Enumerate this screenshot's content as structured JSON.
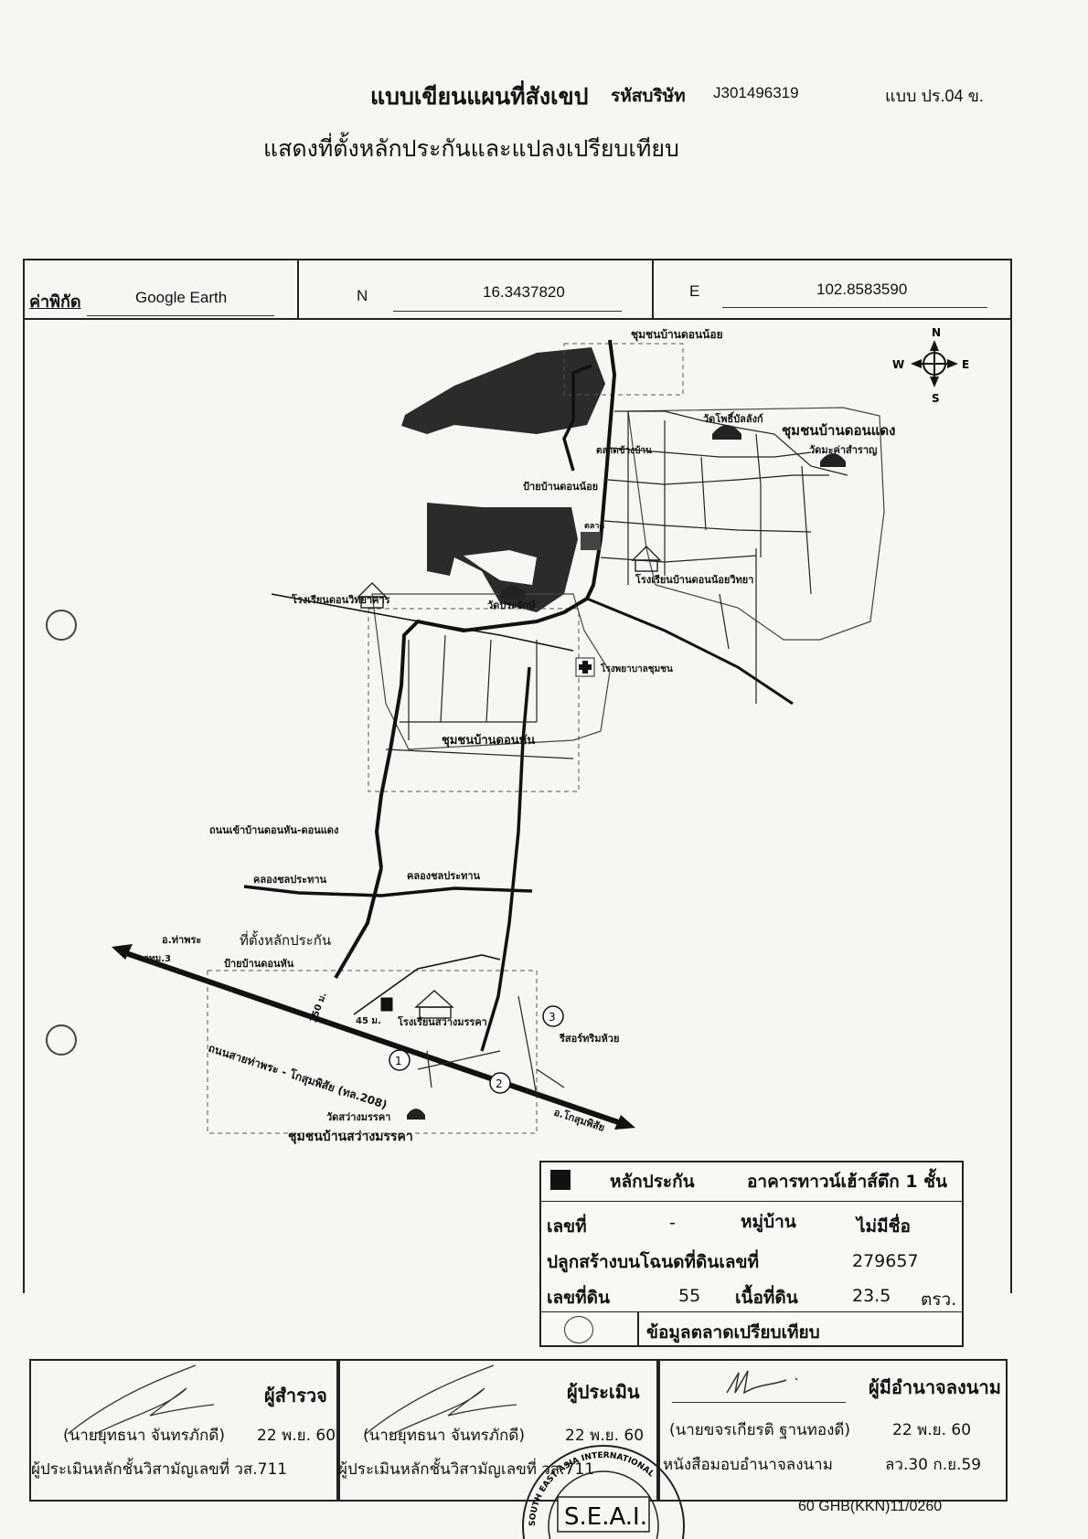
{
  "header": {
    "title": "แบบเขียนแผนที่สังเขป",
    "company_code_label": "รหัสบริษัท",
    "company_code": "J301496319",
    "form_code": "แบบ ปร.04 ข.",
    "subtitle": "แสดงที่ตั้งหลักประกันและแปลงเปรียบเทียบ"
  },
  "coordinates": {
    "label": "ค่าพิกัด",
    "source": "Google Earth",
    "n_label": "N",
    "n_value": "16.3437820",
    "e_label": "E",
    "e_value": "102.8583590"
  },
  "map": {
    "compass": {
      "n": "N",
      "s": "S",
      "e": "E",
      "w": "W"
    },
    "labels": {
      "community_1": "ชุมชนบ้านดอนน้อย",
      "temple_1": "วัดโพธิ์บัลลังก์",
      "community_2": "ชุมชนบ้านดอนแดง",
      "temple_2": "วัดมะค่าสำราญ",
      "market_1": "ตลาดข้างบ้าน",
      "sign_1": "ป้ายบ้านดอนน้อย",
      "market_2": "ตลาด",
      "school_1": "โรงเรียนดอนวิทยาคาร",
      "temple_3": "วัดประจักษ์",
      "school_2": "โรงเรียนบ้านดอนน้อยวิทยา",
      "hospital": "โรงพยาบาลชุมชน",
      "community_3": "ชุมชนบ้านดอนหัน",
      "road_1": "ถนนเข้าบ้านดอนหัน-ดอนแดง",
      "canal_1": "คลองชลประทาน",
      "canal_2": "คลองชลประทาน",
      "collateral_location": "ที่ตั้งหลักประกัน",
      "dir_tha_phra": "อ.ท่าพระ",
      "gas_station": "กทม.3",
      "sign_2": "ป้ายบ้านดอนหัน",
      "school_3": "โรงเรียนสว่างมรรคา",
      "resort": "รีสอร์ทริมห้วย",
      "main_road": "ถนนสายท่าพระ - โกสุมพิสัย (ทล.208)",
      "dist_1": "150 ม.",
      "dist_2": "45 ม.",
      "temple_4": "วัดสว่างมรรคา",
      "dir_kosum": "อ.โกสุมพิสัย",
      "community_4": "ชุมชนบ้านสว่างมรรคา",
      "marker_1": "1",
      "marker_2": "2",
      "marker_3": "3"
    }
  },
  "collateral_info": {
    "collateral_label": "หลักประกัน",
    "building_type": "อาคารทาวน์เฮ้าส์ตึก 1 ชั้น",
    "house_no_label": "เลขที่",
    "house_no": "-",
    "village_label": "หมู่บ้าน",
    "village": "ไม่มีชื่อ",
    "deed_label": "ปลูกสร้างบนโฉนดที่ดินเลขที่",
    "deed_no": "279657",
    "land_no_label": "เลขที่ดิน",
    "land_no": "55",
    "area_label": "เนื้อที่ดิน",
    "area": "23.5",
    "area_unit": "ตรว.",
    "comparison_label": "ข้อมูลตลาดเปรียบเทียบ"
  },
  "signatures": [
    {
      "role": "ผู้สำรวจ",
      "name": "(นายยุทธนา จันทรภักดี)",
      "date": "22 พ.ย. 60",
      "cert": "ผู้ประเมินหลักชั้นวิสามัญเลขที่ วส.711"
    },
    {
      "role": "ผู้ประเมิน",
      "name": "(นายยุทธนา จันทรภักดี)",
      "date": "22 พ.ย. 60",
      "cert": "ผู้ประเมินหลักชั้นวิสามัญเลขที่ วส.711"
    },
    {
      "role": "ผู้มีอำนาจลงนาม",
      "name": "(นายขจรเกียรติ ฐานทองดี)",
      "date": "22 พ.ย. 60",
      "cert": "หนังสือมอบอำนาจลงนาม",
      "cert_date": "ลว.30 ก.ย.59"
    }
  ],
  "stamp": {
    "text": "S.E.A.I.",
    "ring": "SOUTH EAST ASIA INTERNATIONAL"
  },
  "footer": {
    "code": "60 GHB(KKN)11/0260"
  }
}
